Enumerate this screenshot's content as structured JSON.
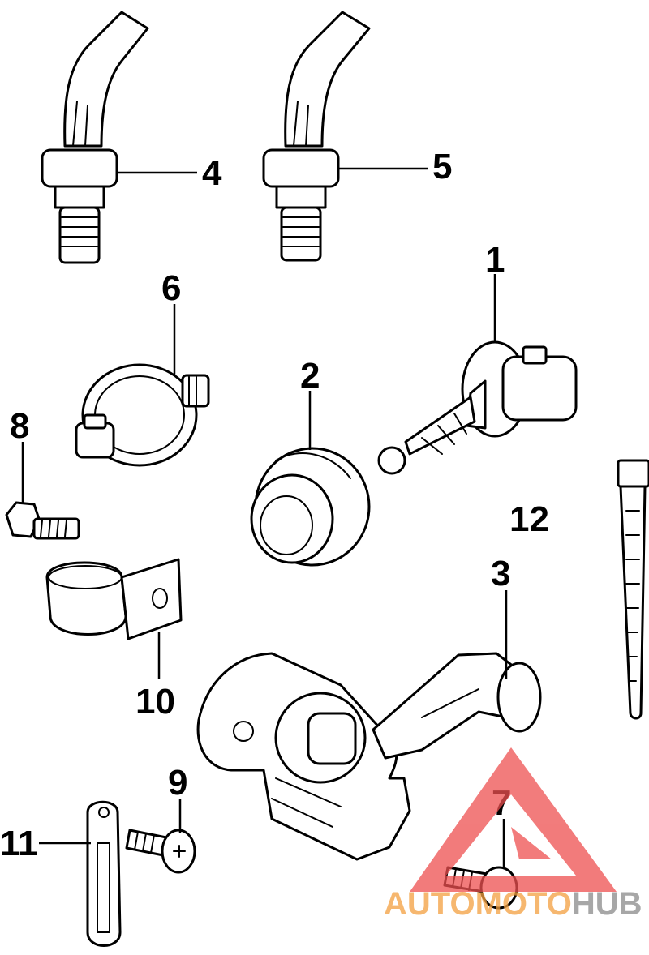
{
  "callouts": [
    "4",
    "5",
    "6",
    "2",
    "1",
    "8",
    "12",
    "3",
    "10",
    "9",
    "7",
    "11"
  ],
  "watermark": {
    "part1": "AUTO",
    "part2": "MOTO",
    "part3": "HUB",
    "color_main": "#f4a040",
    "color_dark": "#8a8a8a",
    "logo_color": "#ee5050"
  }
}
